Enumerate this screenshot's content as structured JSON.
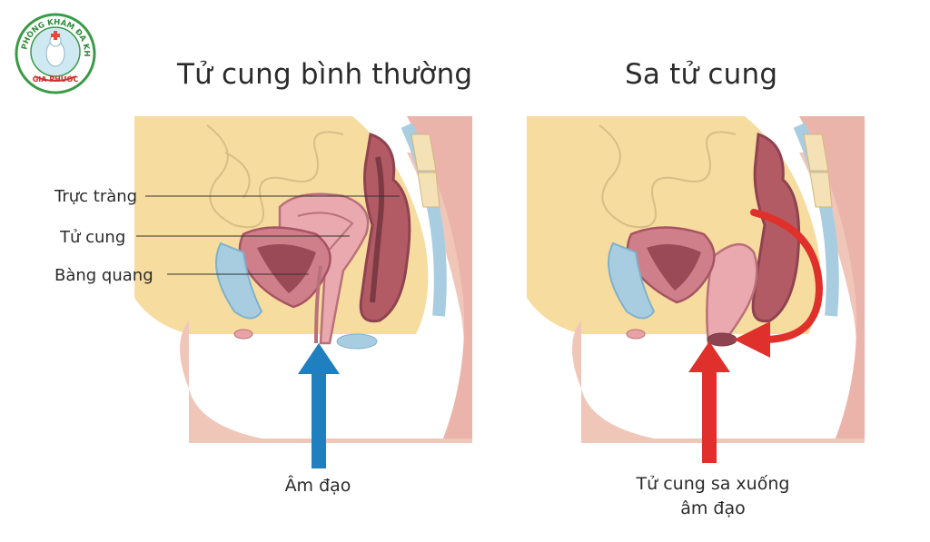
{
  "logo": {
    "ring_text": "PHÒNG KHÁM ĐA KHOA",
    "brand": "GIA PHƯỚC"
  },
  "panels": {
    "normal": {
      "title": "Tử cung bình thường",
      "labels": {
        "rectum": "Trực tràng",
        "uterus": "Tử cung",
        "bladder": "Bàng quang"
      },
      "caption": "Âm đạo"
    },
    "prolapse": {
      "title": "Sa tử cung",
      "caption_line1": "Tử cung sa xuống",
      "caption_line2": "âm đạo"
    }
  },
  "colors": {
    "skin": "#f4cdbb",
    "skin_dark": "#e9a9a0",
    "fat": "#f6dc9e",
    "bladder_blue": "#a9cde0",
    "organ_pink": "#e7a3a8",
    "organ_dark": "#8f4250",
    "blue_arrow": "#1f7fbf",
    "red_arrow": "#e0302b"
  }
}
